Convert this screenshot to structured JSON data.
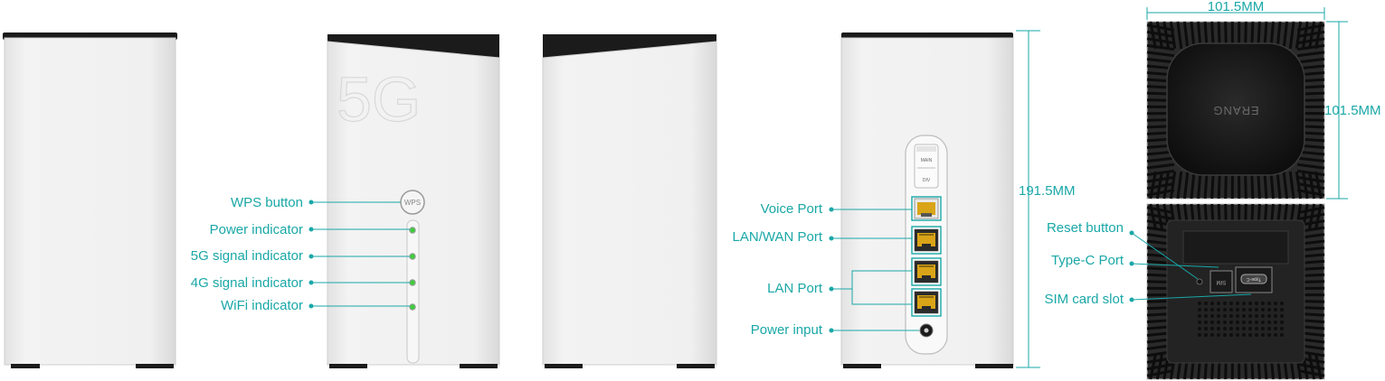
{
  "colors": {
    "accent": "#1aa7a7",
    "led": "#3fcc3f",
    "body": "#efefef",
    "dark": "#1b1b1b"
  },
  "views": {
    "front": {
      "logo": "5G",
      "button_text": "WPS",
      "callouts": [
        {
          "label": "WPS button"
        },
        {
          "label": "Power indicator"
        },
        {
          "label": "5G signal indicator"
        },
        {
          "label": "4G signal indicator"
        },
        {
          "label": "WiFi indicator"
        }
      ]
    },
    "back": {
      "antenna_main": "MAIN",
      "antenna_div": "DIV",
      "callouts": [
        {
          "label": "Voice Port"
        },
        {
          "label": "LAN/WAN Port"
        },
        {
          "label": "LAN Port"
        },
        {
          "label": "Power input"
        }
      ]
    },
    "top": {
      "brand": "ERANG"
    },
    "bottom": {
      "slot_type_c": "Type-C",
      "slot_sim": "SIM",
      "callouts": [
        {
          "label": "Reset button"
        },
        {
          "label": "Type-C Port"
        },
        {
          "label": "SIM card slot"
        }
      ]
    }
  },
  "dimensions": {
    "height": "191.5MM",
    "width": "101.5MM",
    "depth": "101.5MM"
  }
}
